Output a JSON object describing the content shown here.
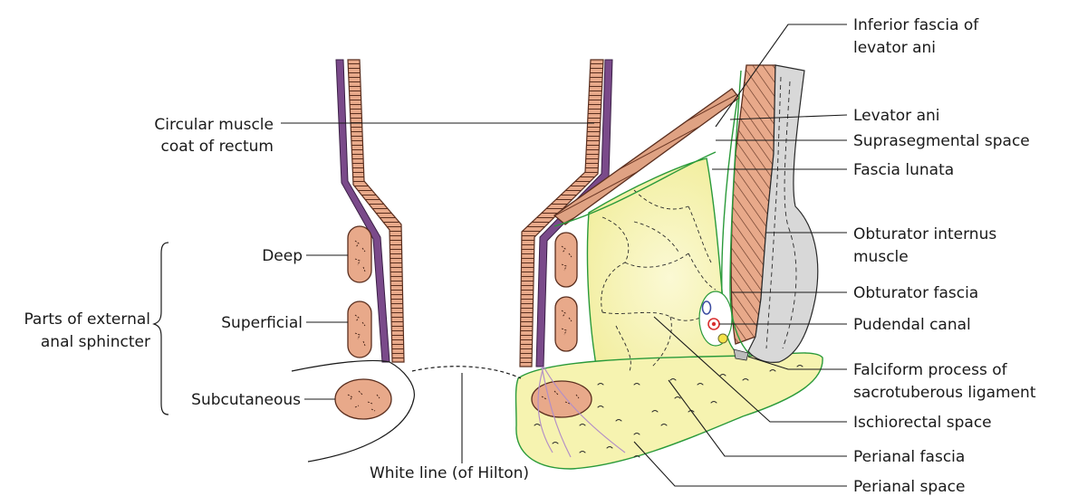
{
  "labels": {
    "circular_muscle_1": "Circular muscle",
    "circular_muscle_2": "coat of rectum",
    "deep": "Deep",
    "superficial": "Superficial",
    "subcutaneous": "Subcutaneous",
    "parts_1": "Parts of external",
    "parts_2": "anal sphincter",
    "white_line": "White line (of Hilton)",
    "inferior_fascia_1": "Inferior fascia of",
    "inferior_fascia_2": "levator ani",
    "levator_ani": "Levator ani",
    "suprasegmental": "Suprasegmental space",
    "fascia_lunata": "Fascia lunata",
    "obturator_internus_1": "Obturator internus",
    "obturator_internus_2": "muscle",
    "obturator_fascia": "Obturator fascia",
    "pudendal_canal": "Pudendal canal",
    "falciform_1": "Falciform process of",
    "falciform_2": "sacrotuberous ligament",
    "ischiorectal": "Ischiorectal space",
    "perianal_fascia": "Perianal fascia",
    "perianal_space": "Perianal space"
  },
  "colors": {
    "muscle": "#e8a98a",
    "muscle_stroke": "#5a2e1e",
    "mucosa": "#7a4a8a",
    "fat": "#f6f3b0",
    "fascia": "#2a9a3a",
    "bone": "#d8d8d8",
    "leader": "#1a1a1a"
  }
}
